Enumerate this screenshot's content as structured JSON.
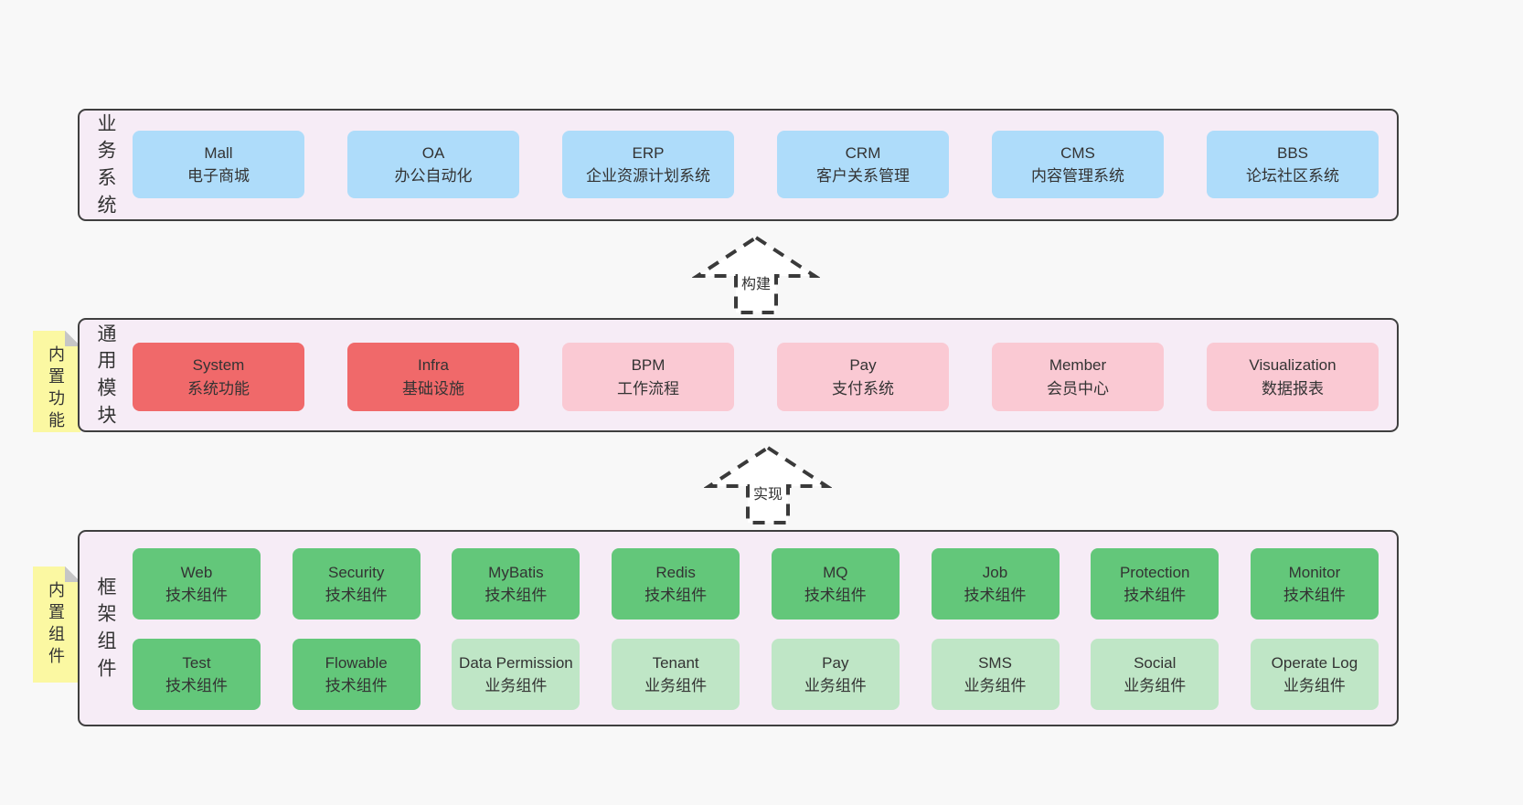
{
  "bands": [
    {
      "label": "业务系统",
      "boxes": [
        {
          "en": "Mall",
          "zh": "电子商城"
        },
        {
          "en": "OA",
          "zh": "办公自动化"
        },
        {
          "en": "ERP",
          "zh": "企业资源计划系统"
        },
        {
          "en": "CRM",
          "zh": "客户关系管理"
        },
        {
          "en": "CMS",
          "zh": "内容管理系统"
        },
        {
          "en": "BBS",
          "zh": "论坛社区系统"
        }
      ]
    },
    {
      "label": "通用模块",
      "note": "内置功能",
      "boxes": [
        {
          "en": "System",
          "zh": "系统功能"
        },
        {
          "en": "Infra",
          "zh": "基础设施"
        },
        {
          "en": "BPM",
          "zh": "工作流程"
        },
        {
          "en": "Pay",
          "zh": "支付系统"
        },
        {
          "en": "Member",
          "zh": "会员中心"
        },
        {
          "en": "Visualization",
          "zh": "数据报表"
        }
      ]
    },
    {
      "label": "框架组件",
      "note": "内置组件",
      "row1": [
        {
          "en": "Web",
          "zh": "技术组件"
        },
        {
          "en": "Security",
          "zh": "技术组件"
        },
        {
          "en": "MyBatis",
          "zh": "技术组件"
        },
        {
          "en": "Redis",
          "zh": "技术组件"
        },
        {
          "en": "MQ",
          "zh": "技术组件"
        },
        {
          "en": "Job",
          "zh": "技术组件"
        },
        {
          "en": "Protection",
          "zh": "技术组件"
        },
        {
          "en": "Monitor",
          "zh": "技术组件"
        }
      ],
      "row2": [
        {
          "en": "Test",
          "zh": "技术组件"
        },
        {
          "en": "Flowable",
          "zh": "技术组件"
        },
        {
          "en": "Data Permission",
          "zh": "业务组件"
        },
        {
          "en": "Tenant",
          "zh": "业务组件"
        },
        {
          "en": "Pay",
          "zh": "业务组件"
        },
        {
          "en": "SMS",
          "zh": "业务组件"
        },
        {
          "en": "Social",
          "zh": "业务组件"
        },
        {
          "en": "Operate Log",
          "zh": "业务组件"
        }
      ]
    }
  ],
  "arrows": [
    {
      "label": "构建"
    },
    {
      "label": "实现"
    }
  ],
  "colors": {
    "blue_box": "#aedcfa",
    "red_box": "#f0696a",
    "pink_box": "#fac9d3",
    "green_box": "#63c77a",
    "light_green_box": "#bfe6c6",
    "band_fill": "#f6ecf6",
    "band_border": "#3f3f3f",
    "sticky_note": "#fbf8a2",
    "page_background": "#f8f8f8"
  }
}
